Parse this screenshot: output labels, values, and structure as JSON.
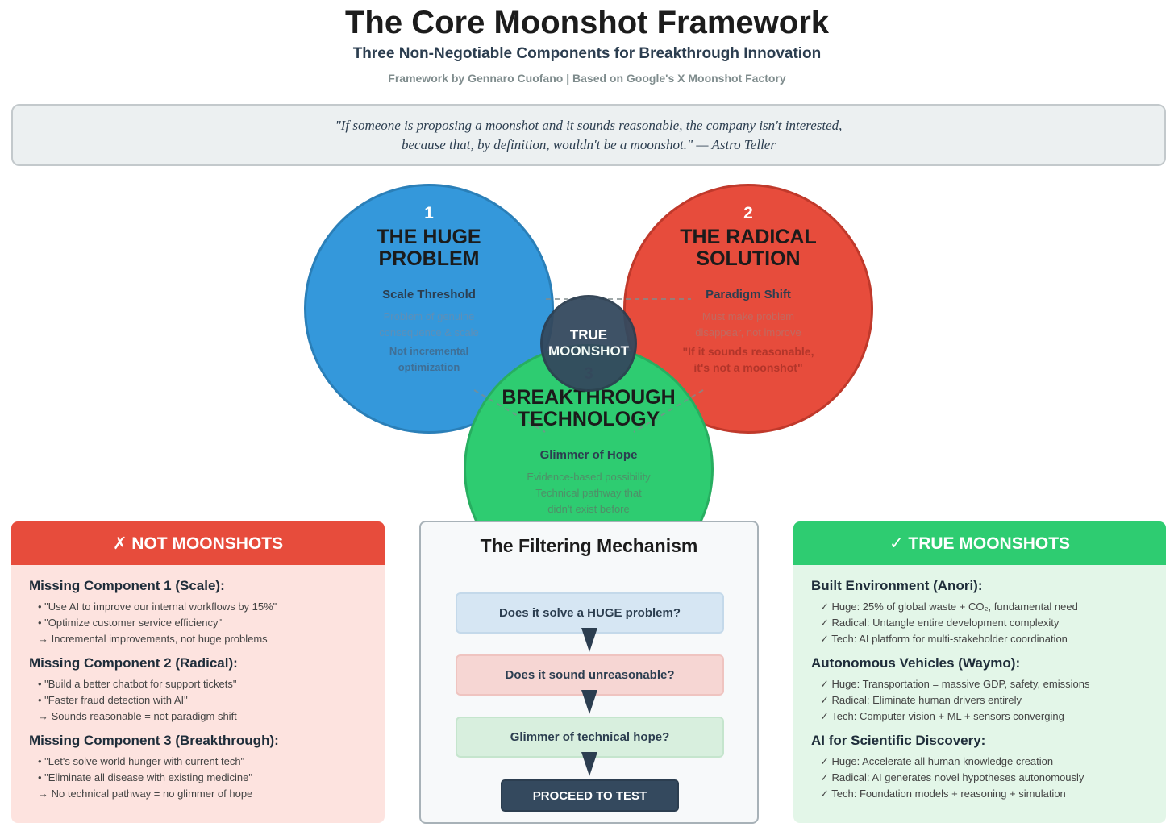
{
  "header": {
    "title": "The Core Moonshot Framework",
    "subtitle": "Three Non-Negotiable Components for Breakthrough Innovation",
    "credit": "Framework by Gennaro Cuofano | Based on Google's X Moonshot Factory"
  },
  "quote": {
    "text": "\"If someone is proposing a moonshot and it sounds reasonable, the company isn't interested, because that, by definition, wouldn't be a moonshot.\" — Astro Teller"
  },
  "diagram": {
    "huge": {
      "number": "1",
      "title_line1": "THE HUGE",
      "title_line2": "PROBLEM",
      "subtitle": "Scale Threshold",
      "desc_line1": "Problem of genuine",
      "desc_line2": "consequence & scale",
      "note_line1": "Not incremental",
      "note_line2": "optimization",
      "color": "#3498db"
    },
    "radical": {
      "number": "2",
      "title_line1": "THE RADICAL",
      "title_line2": "SOLUTION",
      "subtitle": "Paradigm Shift",
      "desc_line1": "Must make problem",
      "desc_line2": "disappear, not improve",
      "note_line1": "\"If it sounds reasonable,",
      "note_line2": "it's not a moonshot\"",
      "color": "#e74c3c"
    },
    "breakthrough": {
      "number": "3",
      "title_line1": "BREAKTHROUGH",
      "title_line2": "TECHNOLOGY",
      "subtitle": "Glimmer of Hope",
      "desc_line1": "Evidence-based possibility",
      "desc_line2": "Technical pathway that",
      "desc_line3": "didn't exist before",
      "color": "#2ecc71"
    },
    "center": {
      "line1": "TRUE",
      "line2": "MOONSHOT",
      "color": "#34495e"
    }
  },
  "not_moonshots": {
    "heading": "✗ NOT MOONSHOTS",
    "sections": [
      {
        "title": "Missing Component 1 (Scale):",
        "items": [
          "• \"Use AI to improve our internal workflows by 15%\"",
          "• \"Optimize customer service efficiency\"",
          "→ Incremental improvements, not huge problems"
        ]
      },
      {
        "title": "Missing Component 2 (Radical):",
        "items": [
          "• \"Build a better chatbot for support tickets\"",
          "• \"Faster fraud detection with AI\"",
          "→ Sounds reasonable = not paradigm shift"
        ]
      },
      {
        "title": "Missing Component 3 (Breakthrough):",
        "items": [
          "• \"Let's solve world hunger with current tech\"",
          "• \"Eliminate all disease with existing medicine\"",
          "→ No technical pathway = no glimmer of hope"
        ]
      }
    ]
  },
  "filter": {
    "title": "The Filtering Mechanism",
    "step1": "Does it solve a HUGE problem?",
    "step2": "Does it sound unreasonable?",
    "step3": "Glimmer of technical hope?",
    "proceed": "PROCEED TO TEST"
  },
  "true_moonshots": {
    "heading": "✓ TRUE MOONSHOTS",
    "sections": [
      {
        "title": "Built Environment (Anori):",
        "items": [
          "✓ Huge: 25% of global waste + CO₂, fundamental need",
          "✓ Radical: Untangle entire development complexity",
          "✓ Tech: AI platform for multi-stakeholder coordination"
        ]
      },
      {
        "title": "Autonomous Vehicles (Waymo):",
        "items": [
          "✓ Huge: Transportation = massive GDP, safety, emissions",
          "✓ Radical: Eliminate human drivers entirely",
          "✓ Tech: Computer vision + ML + sensors converging"
        ]
      },
      {
        "title": "AI for Scientific Discovery:",
        "items": [
          "✓ Huge: Accelerate all human knowledge creation",
          "✓ Radical: AI generates novel hypotheses autonomously",
          "✓ Tech: Foundation models + reasoning + simulation"
        ]
      }
    ]
  }
}
